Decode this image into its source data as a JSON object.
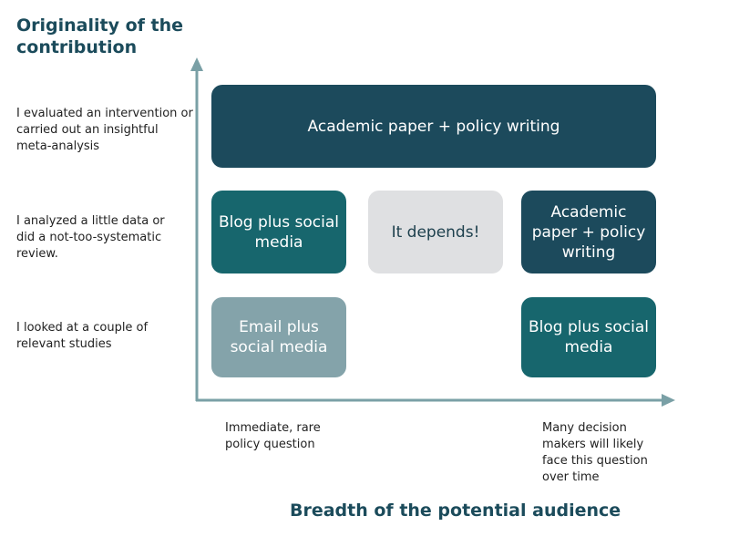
{
  "y_axis_title": "Originality of the contribution",
  "x_axis_title": "Breadth of the potential audience",
  "y_levels": [
    "I evaluated an intervention or carried out an insightful meta-analysis",
    "I analyzed a little data or did a not-too-systematic review.",
    "I looked at a couple of relevant studies"
  ],
  "x_levels": [
    "Immediate, rare policy question",
    "Many decision makers will likely face this question over time"
  ],
  "cells": {
    "top": "Academic paper + policy writing",
    "mid_left": "Blog plus social media",
    "mid_center": "It depends!",
    "mid_right": "Academic paper + policy writing",
    "bottom_left": "Email plus social media",
    "bottom_right": "Blog plus social media"
  },
  "colors": {
    "dark": "#1c4a5c",
    "teal": "#17666d",
    "muted": "#84a3aa",
    "light": "#dfe0e2",
    "axis": "#7aa0a6",
    "title": "#1b4b5b"
  }
}
